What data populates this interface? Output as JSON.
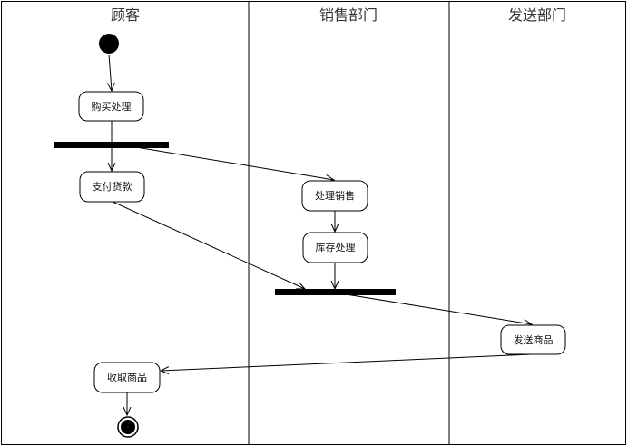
{
  "swimlanes": [
    {
      "id": "customer",
      "title": "顾客"
    },
    {
      "id": "sales",
      "title": "销售部门"
    },
    {
      "id": "shipping",
      "title": "发送部门"
    }
  ],
  "activities": [
    {
      "id": "purchase",
      "label": "购买处理"
    },
    {
      "id": "pay",
      "label": "支付货款"
    },
    {
      "id": "process_sale",
      "label": "处理销售"
    },
    {
      "id": "inventory",
      "label": "库存处理"
    },
    {
      "id": "ship",
      "label": "发送商品"
    },
    {
      "id": "receive",
      "label": "收取商品"
    }
  ]
}
